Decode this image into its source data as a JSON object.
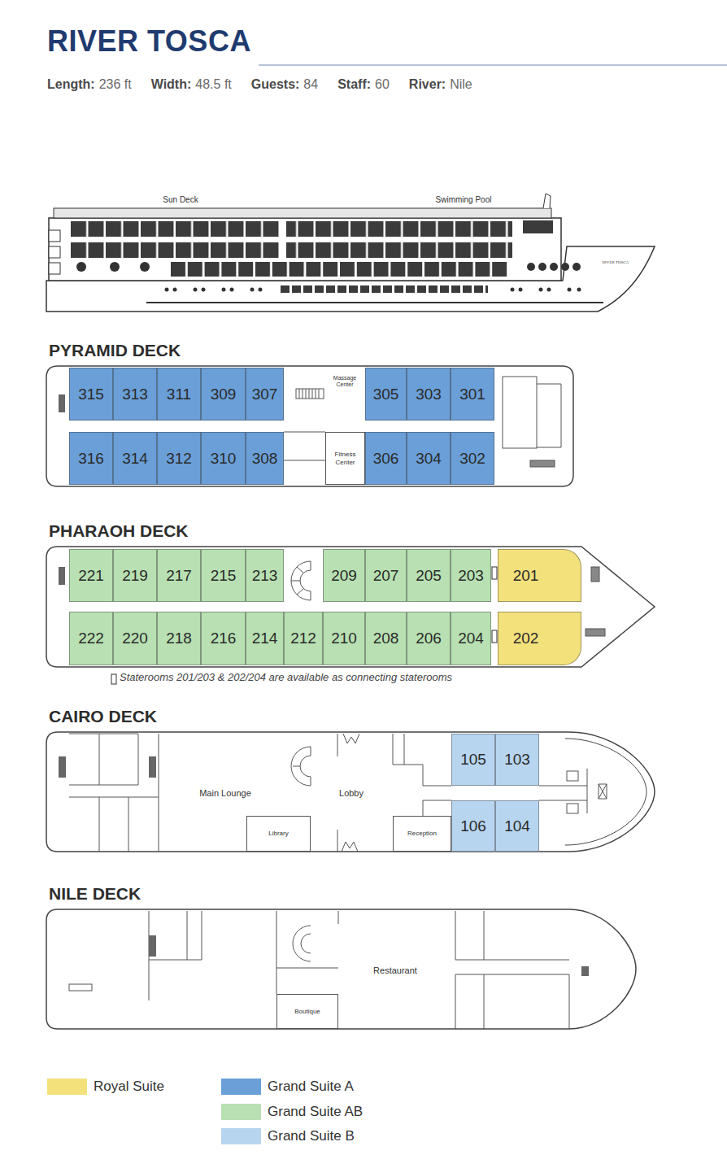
{
  "diagram": {
    "title": "RIVER TOSCA",
    "nodes": [
      {
        "text": [
          "PYRAMID DECK"
        ]
      },
      {
        "text": [
          "315"
        ],
        "in": 0
      },
      {
        "text": [
          "313"
        ],
        "in": 0
      },
      {
        "text": [
          "311"
        ],
        "in": 0
      },
      {
        "text": [
          "309"
        ],
        "in": 0
      },
      {
        "text": [
          "307"
        ],
        "in": 0
      },
      {
        "text": [
          "305"
        ],
        "in": 0
      },
      {
        "text": [
          "303"
        ],
        "in": 0
      },
      {
        "text": [
          "301"
        ],
        "in": 0
      },
      {
        "text": [
          "316"
        ],
        "in": 0
      },
      {
        "text": [
          "314"
        ],
        "in": 0
      },
      {
        "text": [
          "312"
        ],
        "in": 0
      },
      {
        "text": [
          "310"
        ],
        "in": 0
      },
      {
        "text": [
          "308"
        ],
        "in": 0
      },
      {
        "text": [
          "Fitness Center"
        ],
        "in": 0
      },
      {
        "text": [
          "306"
        ],
        "in": 0
      },
      {
        "text": [
          "304"
        ],
        "in": 0
      },
      {
        "text": [
          "302"
        ],
        "in": 0
      },
      {
        "text": [
          "PHARAOH DECK"
        ]
      },
      {
        "text": [
          "221"
        ],
        "in": 18
      },
      {
        "text": [
          "219"
        ],
        "in": 18
      },
      {
        "text": [
          "217"
        ],
        "in": 18
      },
      {
        "text": [
          "215"
        ],
        "in": 18
      },
      {
        "text": [
          "213"
        ],
        "in": 18
      },
      {
        "text": [
          "209"
        ],
        "in": 18
      },
      {
        "text": [
          "207"
        ],
        "in": 18
      },
      {
        "text": [
          "205"
        ],
        "in": 18
      },
      {
        "text": [
          "203"
        ],
        "in": 18
      },
      {
        "text": [
          "201"
        ],
        "in": 18
      },
      {
        "text": [
          "222"
        ],
        "in": 18
      },
      {
        "text": [
          "220"
        ],
        "in": 18
      },
      {
        "text": [
          "218"
        ],
        "in": 18
      },
      {
        "text": [
          "216"
        ],
        "in": 18
      },
      {
        "text": [
          "214"
        ],
        "in": 18
      },
      {
        "text": [
          "212"
        ],
        "in": 18
      },
      {
        "text": [
          "210"
        ],
        "in": 18
      },
      {
        "text": [
          "208"
        ],
        "in": 18
      },
      {
        "text": [
          "206"
        ],
        "in": 18
      },
      {
        "text": [
          "204"
        ],
        "in": 18
      },
      {
        "text": [
          "202"
        ],
        "in": 18
      },
      {
        "text": [
          "CAIRO DECK"
        ]
      },
      {
        "text": [
          "105"
        ],
        "in": 40
      },
      {
        "text": [
          "103"
        ],
        "in": 40
      },
      {
        "text": [
          "Library"
        ],
        "in": 40
      },
      {
        "text": [
          "Reception"
        ],
        "in": 40
      },
      {
        "text": [
          "106"
        ],
        "in": 40
      },
      {
        "text": [
          "104"
        ],
        "in": 40
      },
      {
        "text": [
          "NILE DECK"
        ]
      },
      {
        "text": [
          "Boutique"
        ],
        "in": 47
      }
    ],
    "labels": [
      "Length:",
      "236 ft",
      "Width:",
      "48.5 ft",
      "Guests:",
      "84",
      "Staff:",
      "60",
      "River:",
      "Nile",
      "Sun Deck",
      "Swimming Pool",
      "RIVER TOSCA",
      "Massage Center",
      "Staterooms 201/203 & 202/204 are available as connecting staterooms",
      "Main Lounge",
      "Lobby",
      "Restaurant"
    ],
    "legend": [
      {
        "text": "Royal Suite",
        "color": "#f3e17c"
      },
      {
        "text": "Grand Suite A",
        "color": "#6a9fd8"
      },
      {
        "text": "Grand Suite AB",
        "color": "#b8e0b2"
      },
      {
        "text": "Grand Suite B",
        "color": "#b8d5f0"
      }
    ]
  }
}
